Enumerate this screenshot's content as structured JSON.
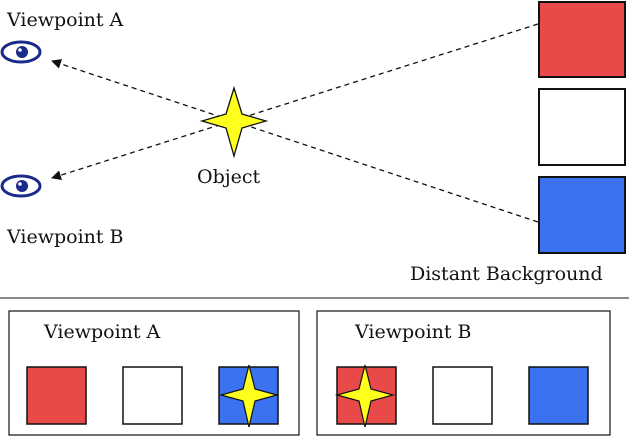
{
  "labels": {
    "viewpoint_a": "Viewpoint A",
    "viewpoint_b": "Viewpoint B",
    "object": "Object",
    "distant_background": "Distant Background"
  },
  "panels": [
    {
      "title": "Viewpoint A",
      "star_behind": "blue"
    },
    {
      "title": "Viewpoint B",
      "star_behind": "red"
    }
  ],
  "colors": {
    "red_square": "#e84a4a",
    "white_square": "#ffffff",
    "blue_square": "#3a72f0",
    "star_fill": "#ffff1e",
    "eye_blue": "#1a2a8a",
    "line": "#111111",
    "divider": "#888888"
  },
  "icons": {
    "eye_a": "eye-icon",
    "eye_b": "eye-icon",
    "object_star": "four-point-star-icon"
  }
}
